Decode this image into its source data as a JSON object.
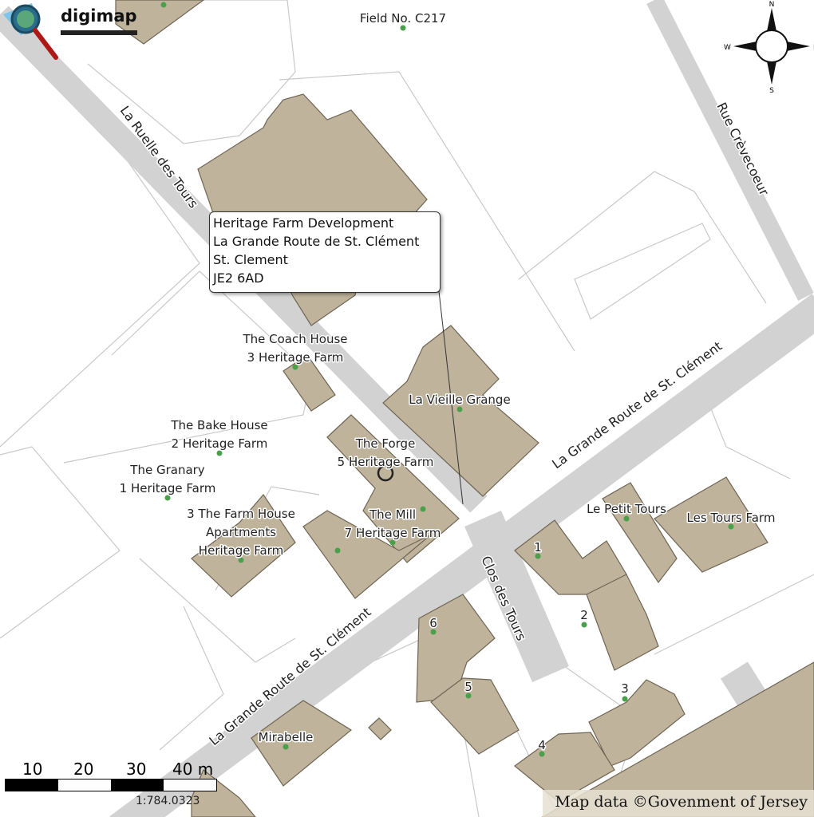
{
  "logo": {
    "name": "digimap"
  },
  "popup": {
    "lines": [
      "Heritage Farm Development",
      "La Grande Route de St. Clément",
      "St. Clement",
      "JE2 6AD"
    ]
  },
  "roads": {
    "grande_route_upper": "La Grande Route de St. Clément",
    "grande_route_lower": "La Grande Route de St. Clément",
    "ruelle": "La Ruelle des Tours",
    "crevecoeur": "Rue Crèvecoeur",
    "clos": "Clos des Tours"
  },
  "labels": {
    "field": "Field No. C217",
    "coach_house": [
      "The Coach House",
      "3 Heritage Farm"
    ],
    "vieille_grange": "La Vieille Grange",
    "bake_house": [
      "The Bake House",
      "2 Heritage Farm"
    ],
    "forge": [
      "The Forge",
      "5 Heritage Farm"
    ],
    "granary": [
      "The Granary",
      "1 Heritage Farm"
    ],
    "farm_house": [
      "3 The Farm House",
      "Apartments",
      "Heritage Farm"
    ],
    "mill": [
      "The Mill",
      "7 Heritage Farm"
    ],
    "petit_tours": "Le Petit Tours",
    "tours_farm": "Les Tours Farm",
    "mirabelle": "Mirabelle",
    "numbers": [
      "1",
      "2",
      "3",
      "4",
      "5",
      "6"
    ]
  },
  "compass": {
    "n": "N",
    "s": "S",
    "e": "E",
    "w": "W"
  },
  "scale": {
    "ticks": [
      "10",
      "20",
      "30",
      "40 m"
    ],
    "ratio": "1:784.0323"
  },
  "attribution": "Map data ©Govenment of Jersey",
  "colors": {
    "building": "#bfb39b",
    "road": "#d2d2d2",
    "poi": "#4aa04a"
  }
}
